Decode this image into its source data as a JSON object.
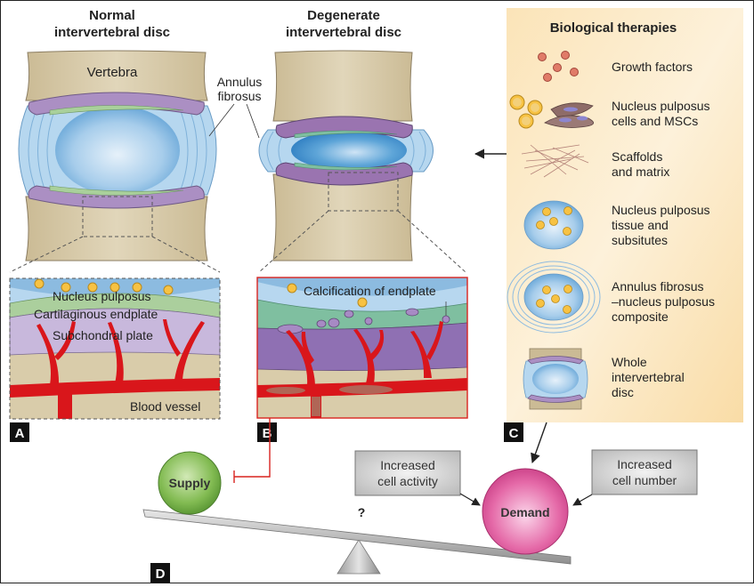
{
  "figure": {
    "panel_a": {
      "letter": "A",
      "title_line1": "Normal",
      "title_line2": "intervertebral disc",
      "vertebra_label": "Vertebra",
      "inset_labels": {
        "nucleus": "Nucleus pulposus",
        "endplate": "Cartilaginous endplate",
        "subchondral": "Subchondral plate",
        "vessel": "Blood vessel"
      }
    },
    "annulus_label_line1": "Annulus",
    "annulus_label_line2": "fibrosus",
    "panel_b": {
      "letter": "B",
      "title_line1": "Degenerate",
      "title_line2": "intervertebral disc",
      "inset_label": "Calcification of endplate"
    },
    "panel_c": {
      "letter": "C",
      "title": "Biological therapies",
      "items": [
        {
          "icon": "growth-factors-icon",
          "line1": "Growth factors",
          "line2": "",
          "line3": ""
        },
        {
          "icon": "cells-icon",
          "line1": "Nucleus pulposus",
          "line2": "cells and MSCs",
          "line3": ""
        },
        {
          "icon": "scaffold-icon",
          "line1": "Scaffolds",
          "line2": "and matrix",
          "line3": ""
        },
        {
          "icon": "np-tissue-icon",
          "line1": "Nucleus pulposus",
          "line2": "tissue and",
          "line3": "subsitutes"
        },
        {
          "icon": "af-np-composite-icon",
          "line1": "Annulus fibrosus",
          "line2": "–nucleus pulposus",
          "line3": "composite"
        },
        {
          "icon": "whole-disc-icon",
          "line1": "Whole",
          "line2": "intervertebral",
          "line3": "disc"
        }
      ]
    },
    "panel_d": {
      "letter": "D",
      "supply_label": "Supply",
      "demand_label": "Demand",
      "question_mark": "?",
      "box_activity_line1": "Increased",
      "box_activity_line2": "cell activity",
      "box_number_line1": "Increased",
      "box_number_line2": "cell number"
    },
    "colors": {
      "bone": "#d9ccaa",
      "disc_blue": "#a9cde8",
      "nucleus_blue": "#4c93cf",
      "endplate_purple": "#a98cc0",
      "endplate_green": "#a9cf9a",
      "vessel_red": "#d9161b",
      "therapy_bg": "#fbe3b3",
      "supply_green": "#7ab54a",
      "demand_pink": "#e0579a",
      "inhibit_red": "#d9231f",
      "cell_yellow": "#f7c243"
    }
  }
}
